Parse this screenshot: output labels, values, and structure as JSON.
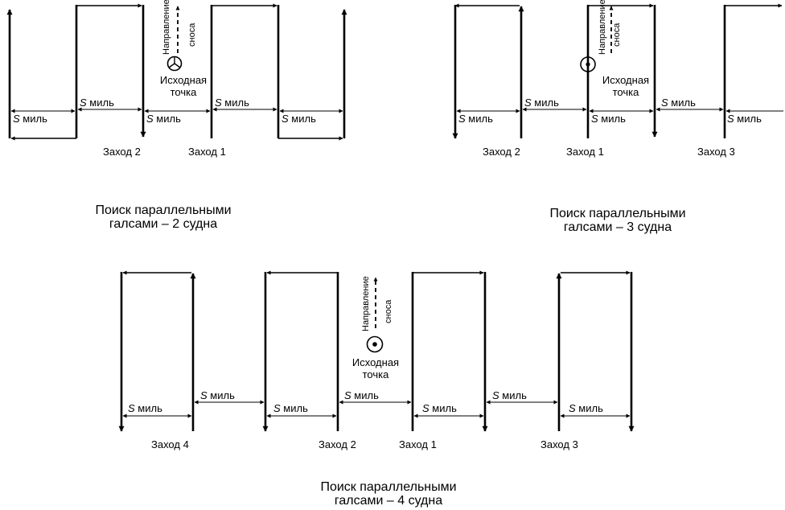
{
  "labels": {
    "spacing": "S миль",
    "spacing_letter": "S",
    "spacing_unit": "миль",
    "start_point_line1": "Исходная",
    "start_point_line2": "точка",
    "drift_line1": "Направление",
    "drift_line2": "сноса"
  },
  "diagrams": [
    {
      "legs": [
        "Заход 2",
        "Заход 1"
      ],
      "caption_line1": "Поиск параллельными",
      "caption_line2": "галсами – 2 судна"
    },
    {
      "legs": [
        "Заход 2",
        "Заход 1",
        "Заход 3"
      ],
      "caption_line1": "Поиск параллельными",
      "caption_line2": "галсами – 3 судна"
    },
    {
      "legs": [
        "Заход 4",
        "Заход 2",
        "Заход 1",
        "Заход 3"
      ],
      "caption_line1": "Поиск параллельными",
      "caption_line2": "галсами – 4 судна"
    }
  ]
}
